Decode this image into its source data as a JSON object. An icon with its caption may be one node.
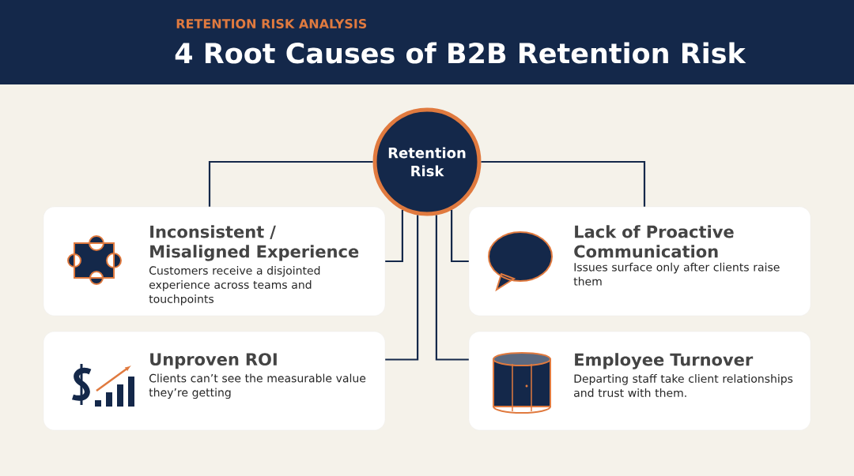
{
  "diagram": {
    "title": "4 Root Causes of B2B Retention Risk",
    "nodes": [
      {
        "text": [
          "Retention Risk"
        ]
      },
      {
        "text": [
          "Inconsistent / Misaligned Experience",
          "Customers receive a disjointed experience across teams and touchpoints"
        ]
      },
      {
        "text": [
          "Lack of Proactive Communication",
          "Issues surface only after clients raise them"
        ]
      },
      {
        "text": [
          "Unproven ROI",
          "Clients can’t see the measurable value they’re getting"
        ]
      },
      {
        "text": [
          "Employee Turnover",
          "Departing staff take client relationships and trust with them."
        ]
      }
    ],
    "edges": [
      {
        "from": 0,
        "to": 1,
        "arrow": "none"
      },
      {
        "from": 0,
        "to": 2,
        "arrow": "none"
      },
      {
        "from": 0,
        "to": 1,
        "arrow": "none"
      },
      {
        "from": 0,
        "to": 2,
        "arrow": "none"
      },
      {
        "from": 0,
        "to": 3,
        "arrow": "none"
      },
      {
        "from": 0,
        "to": 4,
        "arrow": "none"
      }
    ],
    "labels": [
      "RETENTION RISK ANALYSIS"
    ]
  }
}
